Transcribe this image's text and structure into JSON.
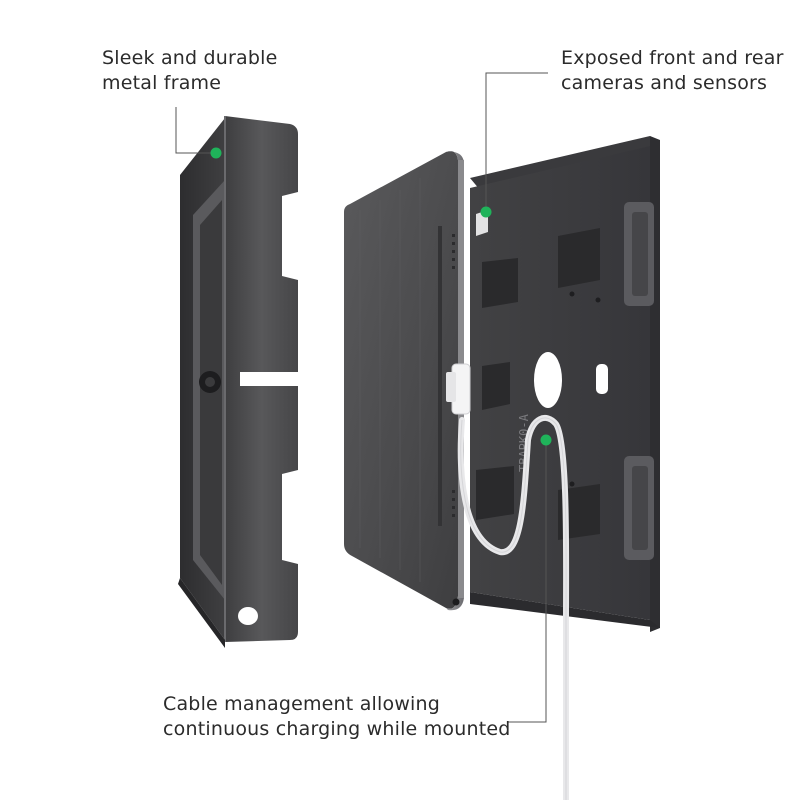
{
  "callouts": {
    "frame": {
      "lines": [
        "Sleek and durable",
        "metal frame"
      ]
    },
    "cameras": {
      "lines": [
        "Exposed front and rear",
        "cameras and sensors"
      ]
    },
    "cable": {
      "lines": [
        "Cable management allowing",
        "continuous charging while mounted"
      ]
    }
  },
  "product_marking": "TBAPK0-A",
  "colors": {
    "accent_dot": "#1fb35a",
    "frame_metal": "#4a4a4c",
    "leader_line": "#555555",
    "text": "#2b2b2b"
  }
}
